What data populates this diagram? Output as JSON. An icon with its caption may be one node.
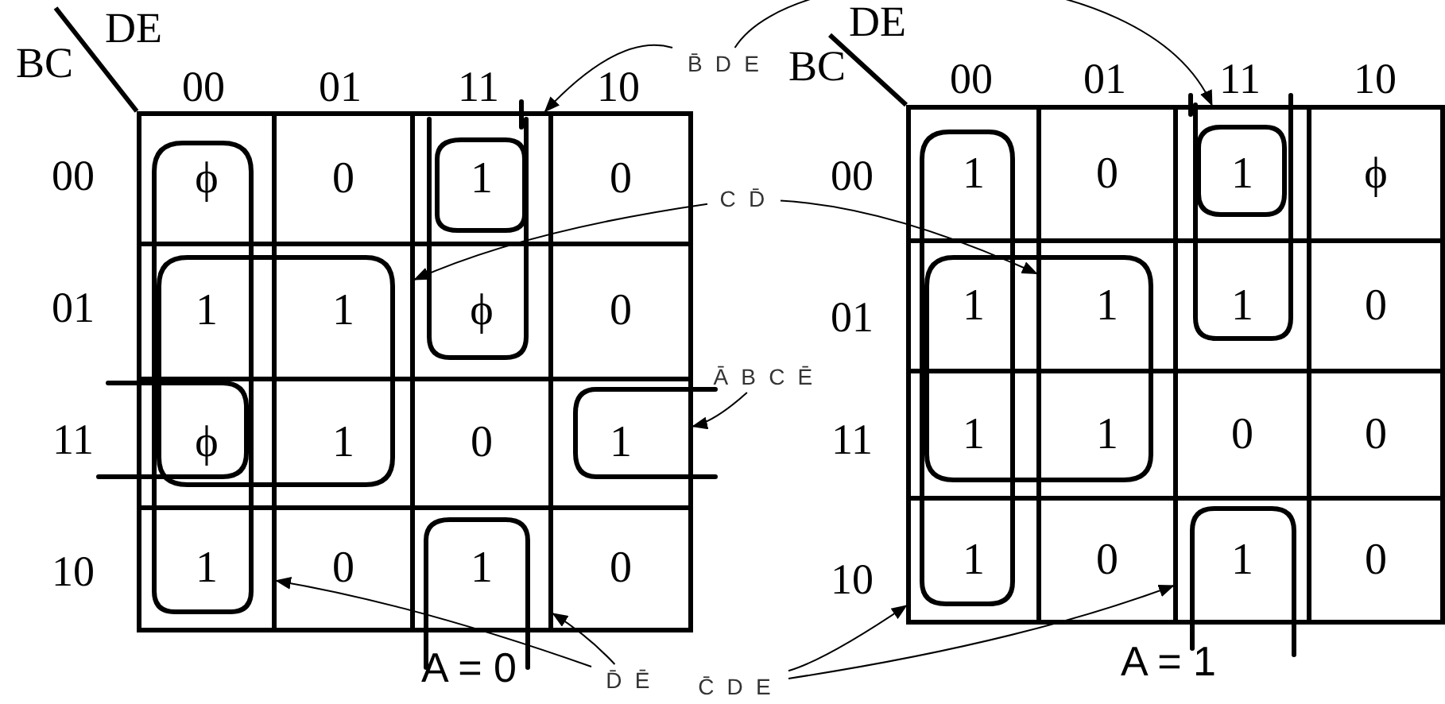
{
  "diagram": {
    "nodes": [
      {
        "text": [
          "ϕ"
        ]
      },
      {
        "text": [
          "0"
        ]
      },
      {
        "text": [
          "1"
        ]
      },
      {
        "text": [
          "0"
        ]
      },
      {
        "text": [
          "1"
        ]
      },
      {
        "text": [
          "1"
        ]
      },
      {
        "text": [
          "ϕ"
        ]
      },
      {
        "text": [
          "0"
        ]
      },
      {
        "text": [
          "ϕ"
        ]
      },
      {
        "text": [
          "1"
        ]
      },
      {
        "text": [
          "0"
        ]
      },
      {
        "text": [
          "1"
        ]
      },
      {
        "text": [
          "1"
        ]
      },
      {
        "text": [
          "0"
        ]
      },
      {
        "text": [
          "1"
        ]
      },
      {
        "text": [
          "0"
        ]
      },
      {
        "text": [
          "1"
        ]
      },
      {
        "text": [
          "0"
        ]
      },
      {
        "text": [
          "1"
        ]
      },
      {
        "text": [
          "ϕ"
        ]
      },
      {
        "text": [
          "1"
        ]
      },
      {
        "text": [
          "1"
        ]
      },
      {
        "text": [
          "1"
        ]
      },
      {
        "text": [
          "0"
        ]
      },
      {
        "text": [
          "1"
        ]
      },
      {
        "text": [
          "1"
        ]
      },
      {
        "text": [
          "0"
        ]
      },
      {
        "text": [
          "0"
        ]
      },
      {
        "text": [
          "1"
        ]
      },
      {
        "text": [
          "0"
        ]
      },
      {
        "text": [
          "1"
        ]
      },
      {
        "text": [
          "0"
        ]
      },
      {
        "text": [
          "B̄ D E"
        ]
      },
      {
        "text": [
          "C D̄"
        ]
      },
      {
        "text": [
          "Ā B C Ē"
        ]
      },
      {
        "text": [
          "D̄ Ē"
        ]
      },
      {
        "text": [
          "C̄ D E"
        ]
      }
    ],
    "edges": [
      {
        "from": 32,
        "to": 2,
        "arrow": "to"
      },
      {
        "from": 32,
        "to": 18,
        "arrow": "to"
      },
      {
        "from": 33,
        "to": 5,
        "arrow": "to"
      },
      {
        "from": 33,
        "to": 21,
        "arrow": "to"
      },
      {
        "from": 34,
        "to": 11,
        "arrow": "to"
      },
      {
        "from": 35,
        "to": 12,
        "arrow": "to"
      },
      {
        "from": 35,
        "to": 14,
        "arrow": "to"
      },
      {
        "from": 36,
        "to": 28,
        "arrow": "to"
      },
      {
        "from": 36,
        "to": 30,
        "arrow": "to"
      }
    ],
    "labels": [
      "DE",
      "BC",
      "00",
      "01",
      "11",
      "10",
      "00",
      "01",
      "11",
      "10",
      "A = 0",
      "DE",
      "BC",
      "00",
      "01",
      "11",
      "10",
      "00",
      "01",
      "11",
      "10",
      "A = 1"
    ]
  }
}
